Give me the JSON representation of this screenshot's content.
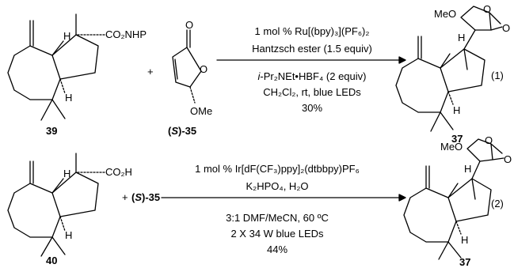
{
  "reaction1": {
    "reactant_label": "39",
    "reactant_group": "CO₂NHP",
    "reactant_h1": "H",
    "reactant_h2": "H",
    "plus": "+",
    "partner_label": "(S)-35",
    "partner_label_pre": "(",
    "partner_label_s": "S",
    "partner_label_post": ")-35",
    "partner_o": "O",
    "partner_ome": "OMe",
    "conditions_above_1": "1 mol % Ru[(bpy)₃](PF₆)₂",
    "conditions_above_2": "Hantzsch ester (1.5 equiv)",
    "conditions_below_1": "i-Pr₂NEt•HBF₄ (2 equiv)",
    "conditions_below_1_italic": "i",
    "conditions_below_1_rest": "-Pr₂NEt•HBF₄ (2 equiv)",
    "conditions_below_2": "CH₂Cl₂, rt, blue LEDs",
    "yield": "30%",
    "product_label": "37",
    "product_meo": "MeO",
    "product_o1": "O",
    "product_o2": "O",
    "product_h1": "H",
    "product_h2": "H",
    "eq_number": "(1)"
  },
  "reaction2": {
    "reactant_label": "40",
    "reactant_group": "CO₂H",
    "reactant_h1": "H",
    "reactant_h2": "H",
    "plus": "+",
    "partner_label_pre": "(",
    "partner_label_s": "S",
    "partner_label_post": ")-35",
    "conditions_above_1": "1 mol % Ir[dF(CF₃)ppy]₂(dtbbpy)PF₆",
    "conditions_above_2": "K₂HPO₄, H₂O",
    "conditions_below_1": "3:1 DMF/MeCN, 60 ºC",
    "conditions_below_2": "2 X 34 W blue LEDs",
    "yield": "44%",
    "product_label": "37",
    "product_meo": "MeO",
    "product_o1": "O",
    "product_o2": "O",
    "product_h1": "H",
    "product_h2": "H",
    "eq_number": "(2)"
  }
}
